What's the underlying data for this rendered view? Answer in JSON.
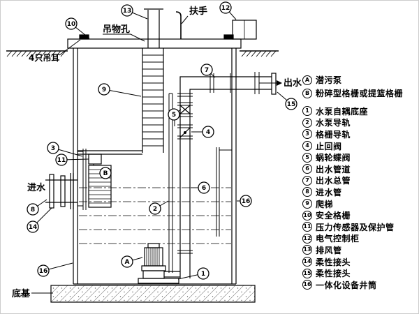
{
  "diagram": {
    "labels": {
      "hoist_hole": "吊物孔",
      "handrail": "扶手",
      "lifting_lugs": "4只吊耳",
      "inlet": "进水",
      "outlet": "出水",
      "foundation": "底基"
    },
    "callouts": {
      "c13": "13",
      "c10": "10",
      "c12": "12",
      "c9": "9",
      "c7": "7",
      "c15": "15",
      "c5": "5",
      "c4": "4",
      "c3": "3",
      "c11": "11",
      "cB": "B",
      "c8": "8",
      "c14": "14",
      "c2": "2",
      "c6": "6",
      "c16_right": "16",
      "c16_left": "16",
      "cA": "A",
      "c1": "1"
    }
  },
  "legend": {
    "header_rows": [
      {
        "key": "A",
        "label": "潜污泵"
      },
      {
        "key": "B",
        "label": "粉碎型格栅或提篮格栅"
      }
    ],
    "rows": [
      {
        "key": "1",
        "label": "水泵自耦底座"
      },
      {
        "key": "2",
        "label": "水泵导轨"
      },
      {
        "key": "3",
        "label": "格栅导轨"
      },
      {
        "key": "4",
        "label": "止回阀"
      },
      {
        "key": "5",
        "label": "蜗轮蝶阀"
      },
      {
        "key": "6",
        "label": "出水管道"
      },
      {
        "key": "7",
        "label": "出水总管"
      },
      {
        "key": "8",
        "label": "进水管"
      },
      {
        "key": "9",
        "label": "爬梯"
      },
      {
        "key": "10",
        "label": "安全格栅"
      },
      {
        "key": "11",
        "label": "压力传感器及保护管"
      },
      {
        "key": "12",
        "label": "电气控制柜"
      },
      {
        "key": "13",
        "label": "排风管"
      },
      {
        "key": "14",
        "label": "柔性接头"
      },
      {
        "key": "15",
        "label": "柔性接头"
      },
      {
        "key": "16",
        "label": "一体化设备井筒"
      }
    ]
  }
}
